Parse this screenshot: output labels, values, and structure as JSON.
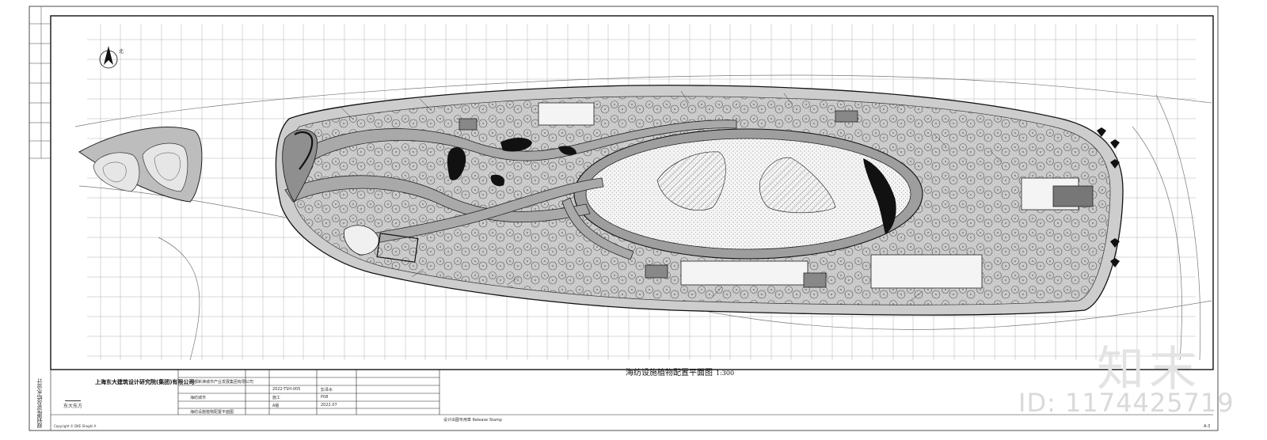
{
  "plan": {
    "title": "海纺设施植物配置平面图",
    "scale": "1:300",
    "north_label": "北"
  },
  "title_block": {
    "company": "上海东大建筑设计研究院(集团)有限公司",
    "client_name": "成都新津城市产业发展集团有限公司",
    "project_name": "海纺城市",
    "drawing_name": "海纺设施植物配置平面图",
    "drawing_no": "2022-TSH-005",
    "stage": "施工",
    "date": "2022.07",
    "version": "A版",
    "designer": "彭泽水",
    "sheet_no": "P08",
    "release_stamp": "设计出图专用章  Release Stamp",
    "logo_caption": "东大东方",
    "copyright": "Copyright © DKE Shaghi A",
    "page_tag": "A-3"
  },
  "side_label": "规划建设及给水设计",
  "watermark": {
    "brand": "知末",
    "id_text": "ID: 1174425719"
  }
}
